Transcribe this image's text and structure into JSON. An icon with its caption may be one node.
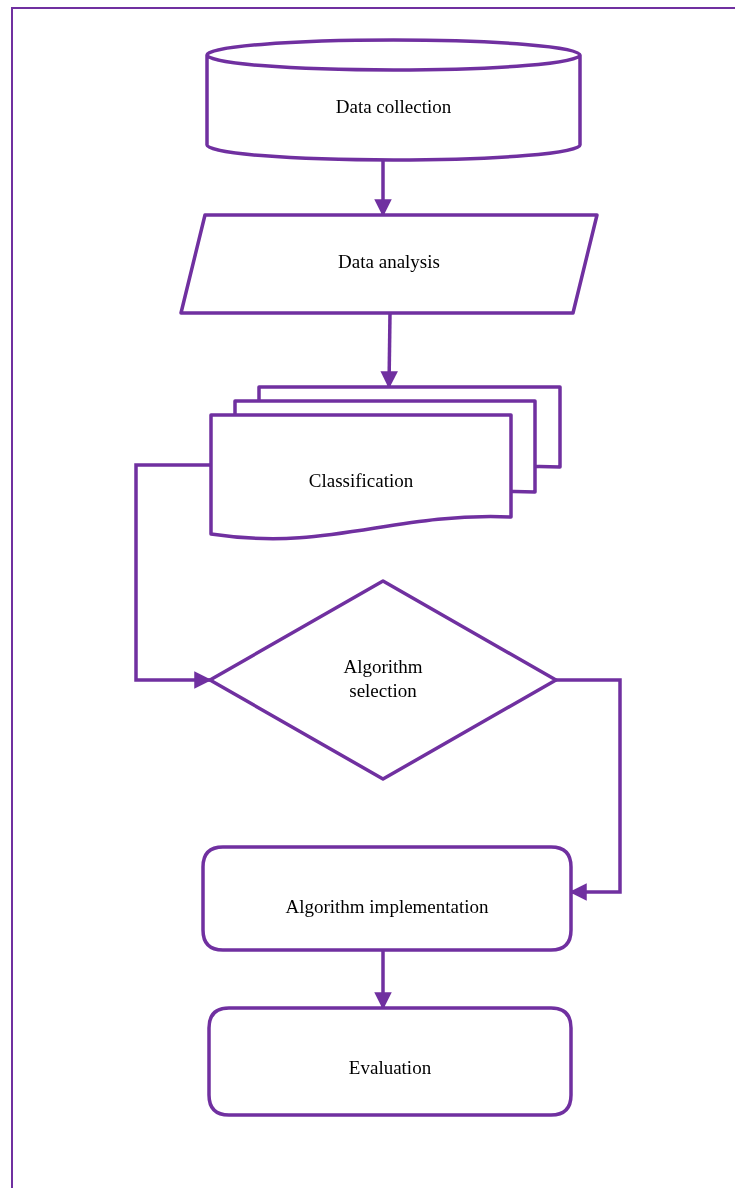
{
  "diagram": {
    "nodes": [
      {
        "text": [
          "Data collection"
        ]
      },
      {
        "text": [
          "Data analysis"
        ]
      },
      {
        "text": [
          "Classification"
        ]
      },
      {
        "text": [
          "Algorithm selection"
        ]
      },
      {
        "text": [
          "Algorithm implementation"
        ]
      },
      {
        "text": [
          "Evaluation"
        ]
      }
    ],
    "edges": [
      {
        "from": 0,
        "to": 1,
        "arrow": "to"
      },
      {
        "from": 1,
        "to": 2,
        "arrow": "to"
      },
      {
        "from": 2,
        "to": 3,
        "arrow": "to"
      },
      {
        "from": 3,
        "to": 4,
        "arrow": "to"
      },
      {
        "from": 4,
        "to": 5,
        "arrow": "to"
      }
    ]
  }
}
